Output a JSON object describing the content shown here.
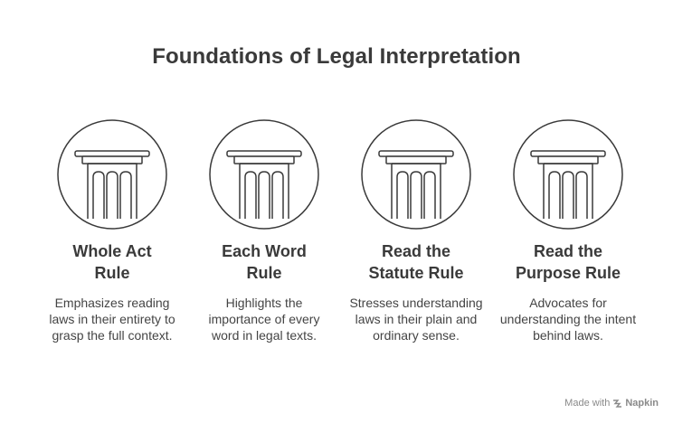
{
  "title": "Foundations of Legal Interpretation",
  "rules": [
    {
      "title": "Whole Act\nRule",
      "description": "Emphasizes reading laws in their entirety to grasp the full context.",
      "icon": "pillar-icon"
    },
    {
      "title": "Each Word\nRule",
      "description": "Highlights the importance of every word in legal texts.",
      "icon": "pillar-icon"
    },
    {
      "title": "Read the\nStatute Rule",
      "description": "Stresses understanding laws in their plain and ordinary sense.",
      "icon": "pillar-icon"
    },
    {
      "title": "Read the\nPurpose Rule",
      "description": "Advocates for understanding the intent behind laws.",
      "icon": "pillar-icon"
    }
  ],
  "footer": {
    "made_with": "Made with",
    "brand": "Napkin"
  }
}
